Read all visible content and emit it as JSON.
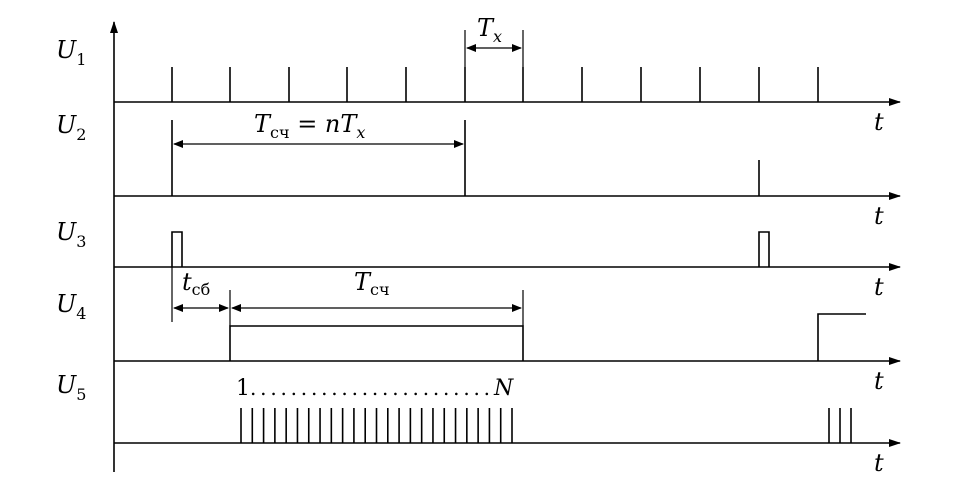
{
  "signals": [
    {
      "name": "U",
      "sub": "1"
    },
    {
      "name": "U",
      "sub": "2"
    },
    {
      "name": "U",
      "sub": "3"
    },
    {
      "name": "U",
      "sub": "4"
    },
    {
      "name": "U",
      "sub": "5"
    }
  ],
  "time_axis_label": "t",
  "annotations": {
    "tx": {
      "main": "T",
      "sub": "x"
    },
    "tsch_eq": {
      "main": "T",
      "sub": "сч",
      "rest": " = nT",
      "rest_sub": "x"
    },
    "tsb": {
      "main": "t",
      "sub": "сб"
    },
    "tsch": {
      "main": "T",
      "sub": "сч"
    },
    "count_start": "1",
    "count_dots": "........................",
    "count_end": "N"
  }
}
